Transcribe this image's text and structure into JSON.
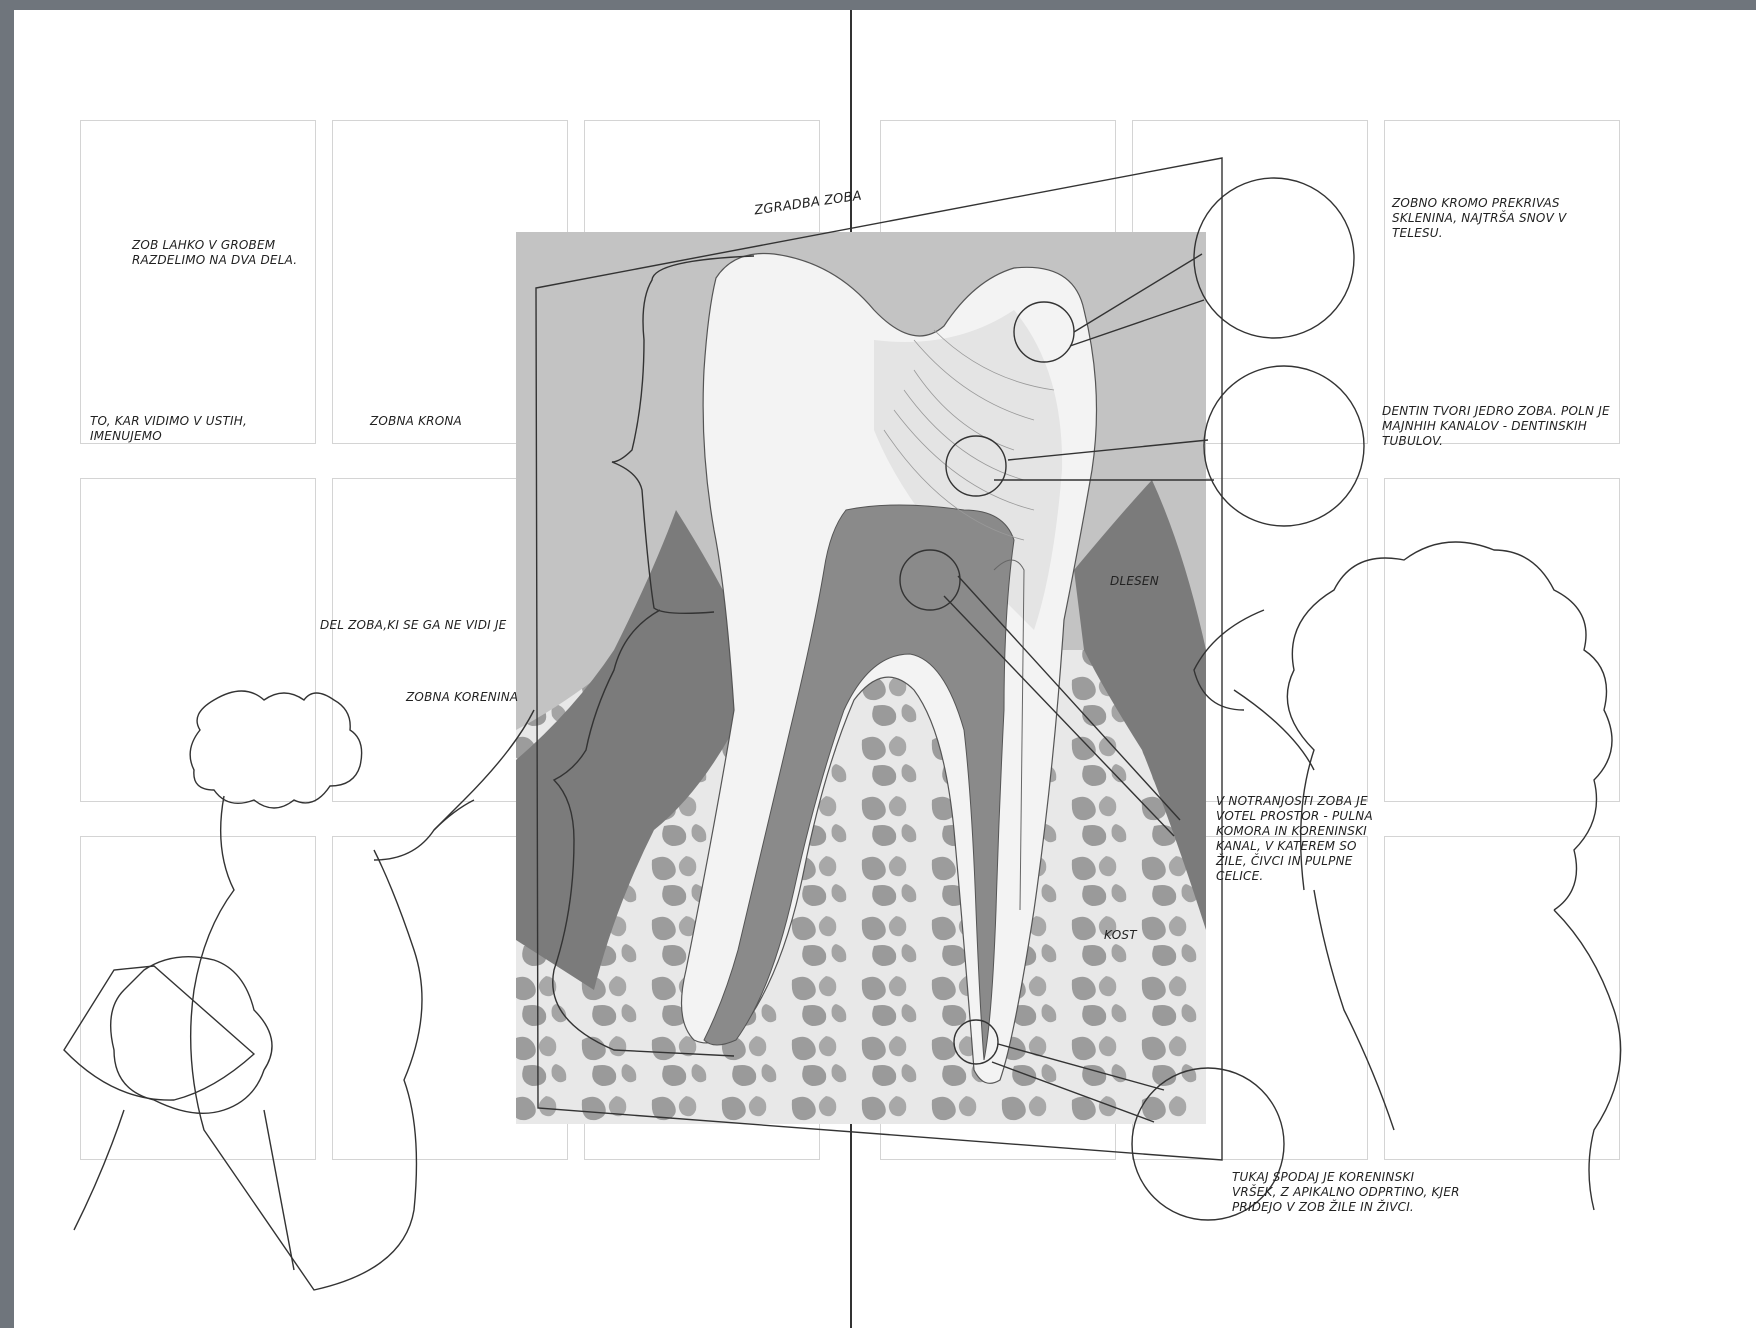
{
  "diagram": {
    "title": "ZGRADBA ZOBA",
    "notes": {
      "intro": "ZOB LAHKO V GROBEM RAZDELIMO NA DVA DELA.",
      "seen_in_mouth": "TO, KAR VIDIMO V USTIH, IMENUJEMO",
      "crown": "ZOBNA KRONA",
      "hidden_part": "DEL ZOBA,KI SE GA NE VIDI JE",
      "root": "ZOBNA KORENINA",
      "enamel": "ZOBNO KROMO PREKRIVAS SKLENINA, NAJTRŠA SNOV V TELESU.",
      "dentin": "DENTIN TVORI JEDRO ZOBA. POLN JE MAJNHIH KANALOV - DENTINSKIH TUBULOV.",
      "gum": "DLESEN",
      "pulp": "V NOTRANJOSTI ZOBA JE VOTEL PROSTOR - PULNA KOMORA IN KORENINSKI KANAL, V KATEREM SO ŽILE, ČIVCI IN PULPNE CELICE.",
      "bone": "KOST",
      "apex": "TUKAJ SPODAJ JE KORENINSKI VRŠEK, Z APIKALNO ODPRTINO, KJER PRIDEJO V ZOB ŽILE IN ŽIVCI."
    }
  },
  "colors": {
    "background": "#6f757c",
    "page": "#ffffff",
    "panel_border": "#d4d4d4",
    "illustration_bg": "#c3c3c3",
    "gum": "#7d7d7d",
    "tooth": "#f2f2f2",
    "bone": "#e6e6e6",
    "ink": "#222222"
  }
}
